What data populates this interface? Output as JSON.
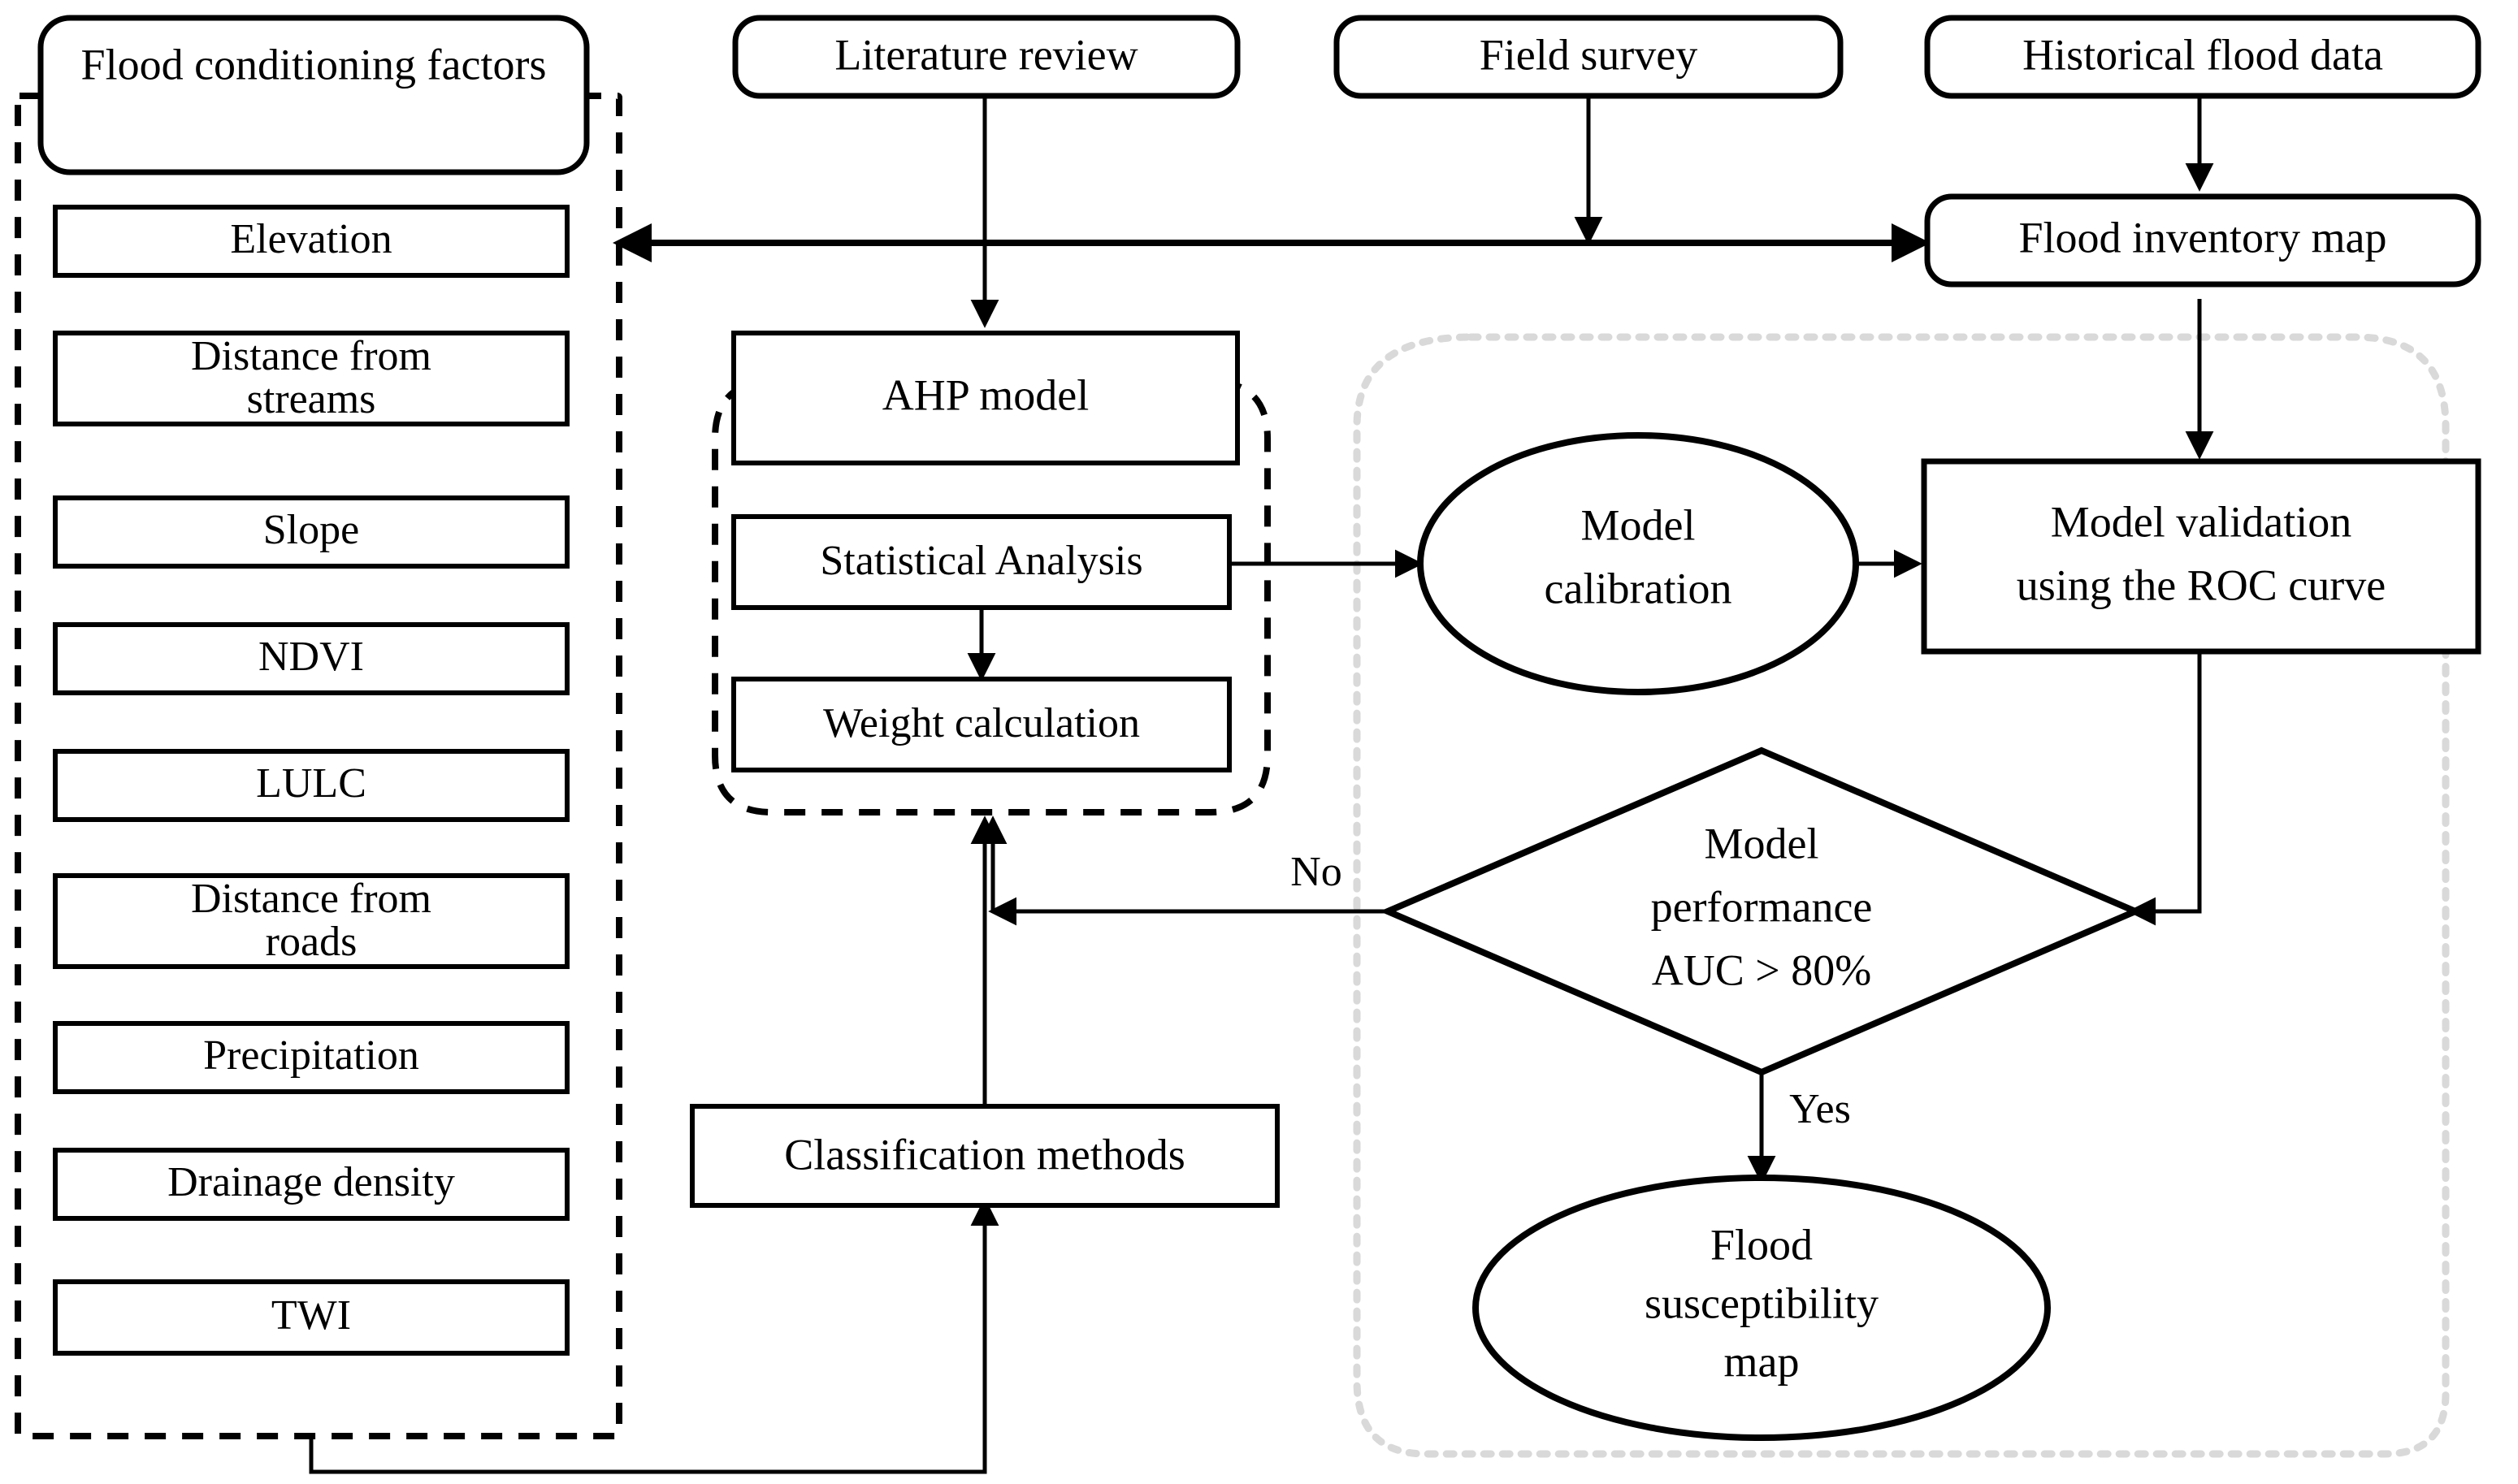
{
  "diagram": {
    "title": "Flood susceptibility mapping methodology flowchart",
    "colors": {
      "stroke": "#000000",
      "fill": "#ffffff",
      "dotted_group": "#d9d9d9"
    },
    "groups": {
      "conditioning_factors_group": "Flood conditioning factors group (dashed border)",
      "ahp_group": "AHP model group (dashed rounded border)",
      "validation_group": "Model validation group (dotted rounded border)"
    },
    "nodes": {
      "flood_conditioning_factors": "Flood conditioning factors",
      "literature_review": "Literature review",
      "field_survey": "Field survey",
      "historical_flood_data": "Historical flood data",
      "flood_inventory_map": "Flood inventory map",
      "ahp_model": "AHP model",
      "statistical_analysis": "Statistical Analysis",
      "weight_calculation": "Weight calculation",
      "classification_methods": "Classification methods",
      "model_calibration_line1": "Model",
      "model_calibration_line2": "calibration",
      "model_validation_line1": "Model validation",
      "model_validation_line2": "using the ROC curve",
      "decision_line1": "Model",
      "decision_line2": "performance",
      "decision_line3": "AUC > 80%",
      "flood_susceptibility_line1": "Flood",
      "flood_susceptibility_line2": "susceptibility",
      "flood_susceptibility_line3": "map"
    },
    "factors": [
      "Elevation",
      "Distance from streams",
      "Slope",
      "NDVI",
      "LULC",
      "Distance from roads",
      "Precipitation",
      "Drainage density",
      "TWI"
    ],
    "factor_lines": [
      [
        "Elevation"
      ],
      [
        "Distance from",
        "streams"
      ],
      [
        "Slope"
      ],
      [
        "NDVI"
      ],
      [
        "LULC"
      ],
      [
        "Distance from",
        "roads"
      ],
      [
        "Precipitation"
      ],
      [
        "Drainage density"
      ],
      [
        "TWI"
      ]
    ],
    "edge_labels": {
      "no": "No",
      "yes": "Yes"
    }
  }
}
